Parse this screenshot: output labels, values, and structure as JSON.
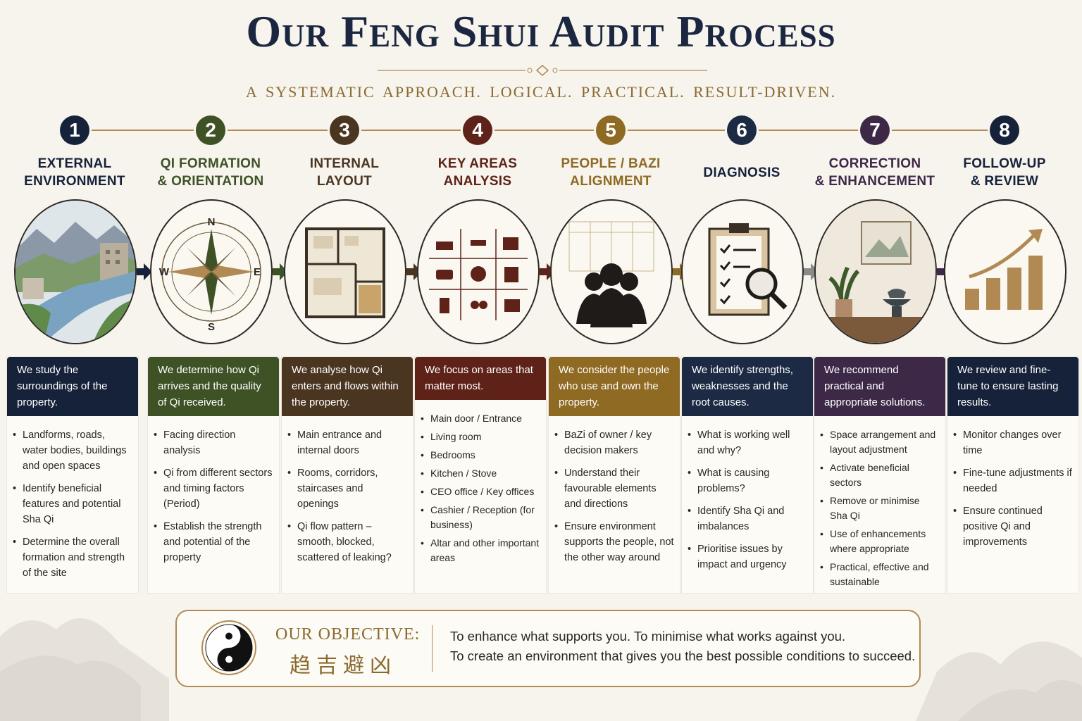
{
  "title": "Our Feng Shui Audit Process",
  "subtitle": "A SYSTEMATIC APPROACH.  LOGICAL.  PRACTICAL.  RESULT-DRIVEN.",
  "steps": [
    {
      "number": "1",
      "title_line1": "EXTERNAL",
      "title_line2": "ENVIRONMENT",
      "color": "#16223a",
      "heading": "We study the surroundings of the property.",
      "bullets": [
        "Landforms, roads, water bodies, buildings and open spaces",
        "Identify beneficial features and potential Sha Qi",
        "Determine the overall formation and strength of the site"
      ]
    },
    {
      "number": "2",
      "title_line1": "QI FORMATION",
      "title_line2": "& ORIENTATION",
      "color": "#3e5226",
      "heading": "We determine how Qi arrives and the quality of Qi received.",
      "bullets": [
        "Facing direction analysis",
        "Qi from different sectors and timing factors (Period)",
        "Establish the strength and potential of the property"
      ]
    },
    {
      "number": "3",
      "title_line1": "INTERNAL",
      "title_line2": "LAYOUT",
      "color": "#4a3520",
      "heading": "We analyse how Qi enters and flows within the property.",
      "bullets": [
        "Main entrance and internal doors",
        "Rooms, corridors, staircases and openings",
        "Qi flow pattern – smooth, blocked, scattered of leaking?"
      ]
    },
    {
      "number": "4",
      "title_line1": "KEY AREAS",
      "title_line2": "ANALYSIS",
      "color": "#5e2218",
      "heading": "We focus on areas that matter most.",
      "bullets": [
        "Main door / Entrance",
        "Living room",
        "Bedrooms",
        "Kitchen / Stove",
        "CEO office / Key offices",
        "Cashier / Reception (for business)",
        "Altar and other important areas"
      ]
    },
    {
      "number": "5",
      "title_line1": "PEOPLE / BAZI",
      "title_line2": "ALIGNMENT",
      "color": "#8e6a22",
      "heading": "We consider the people who use and own the property.",
      "bullets": [
        "BaZi of owner / key decision makers",
        "Understand their favourable elements and directions",
        "Ensure environment supports the people, not the other way around"
      ]
    },
    {
      "number": "6",
      "title_line1": "DIAGNOSIS",
      "title_line2": "",
      "color": "#1c2a44",
      "heading": "We identify strengths, weaknesses and the root causes.",
      "bullets": [
        "What is working well and why?",
        "What is causing problems?",
        "Identify Sha Qi and imbalances",
        "Prioritise issues by impact and urgency"
      ]
    },
    {
      "number": "7",
      "title_line1": "CORRECTION",
      "title_line2": "& ENHANCEMENT",
      "color": "#3d2848",
      "heading": "We recommend practical and appropriate solutions.",
      "bullets": [
        "Space arrangement and layout adjustment",
        "Activate beneficial sectors",
        "Remove or minimise Sha Qi",
        "Use of enhancements where appropriate",
        "Practical, effective and sustainable"
      ]
    },
    {
      "number": "8",
      "title_line1": "FOLLOW-UP",
      "title_line2": "& REVIEW",
      "color": "#16223a",
      "heading": "We review and fine-tune to ensure lasting results.",
      "bullets": [
        "Monitor changes over time",
        "Fine-tune adjustments if needed",
        "Ensure continued positive Qi and improvements"
      ]
    }
  ],
  "arrow_colors": [
    "#16223a",
    "#3e5226",
    "#4a3520",
    "#5e2218",
    "#8e6a22",
    "#8a8a8a",
    "#3d2848"
  ],
  "compass": {
    "n": "N",
    "e": "E",
    "s": "S",
    "w": "W"
  },
  "objective": {
    "label": "OUR OBJECTIVE:",
    "chinese": "趋吉避凶",
    "line1": "To enhance what supports you.   To minimise what works against you.",
    "line2": "To create an environment that gives you the best possible conditions to succeed."
  }
}
